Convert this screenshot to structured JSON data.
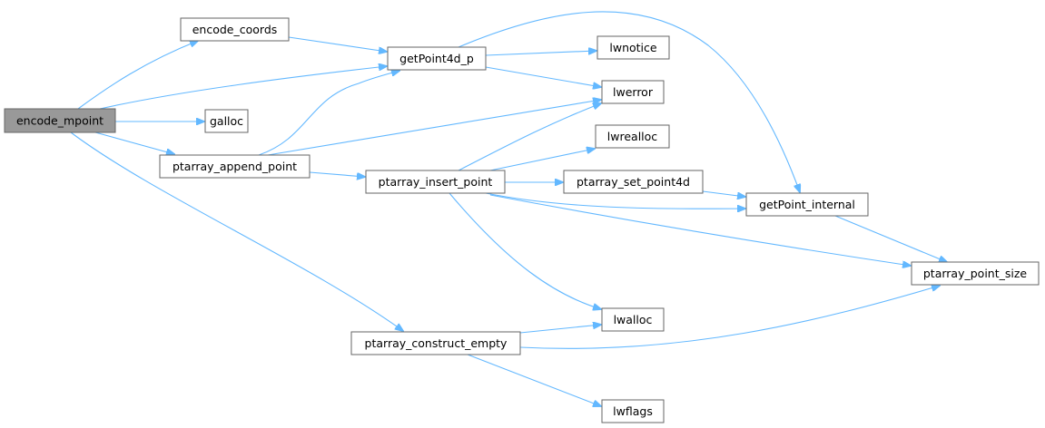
{
  "graph": {
    "nodes": {
      "encode_mpoint": "encode_mpoint",
      "encode_coords": "encode_coords",
      "getPoint4d_p": "getPoint4d_p",
      "galloc": "galloc",
      "ptarray_append_point": "ptarray_append_point",
      "ptarray_insert_point": "ptarray_insert_point",
      "lwnotice": "lwnotice",
      "lwerror": "lwerror",
      "lwrealloc": "lwrealloc",
      "ptarray_set_point4d": "ptarray_set_point4d",
      "getPoint_internal": "getPoint_internal",
      "ptarray_point_size": "ptarray_point_size",
      "lwalloc": "lwalloc",
      "ptarray_construct_empty": "ptarray_construct_empty",
      "lwflags": "lwflags"
    },
    "root": "encode_mpoint",
    "edge_color": "#63b8ff",
    "root_fill": "#999999"
  }
}
